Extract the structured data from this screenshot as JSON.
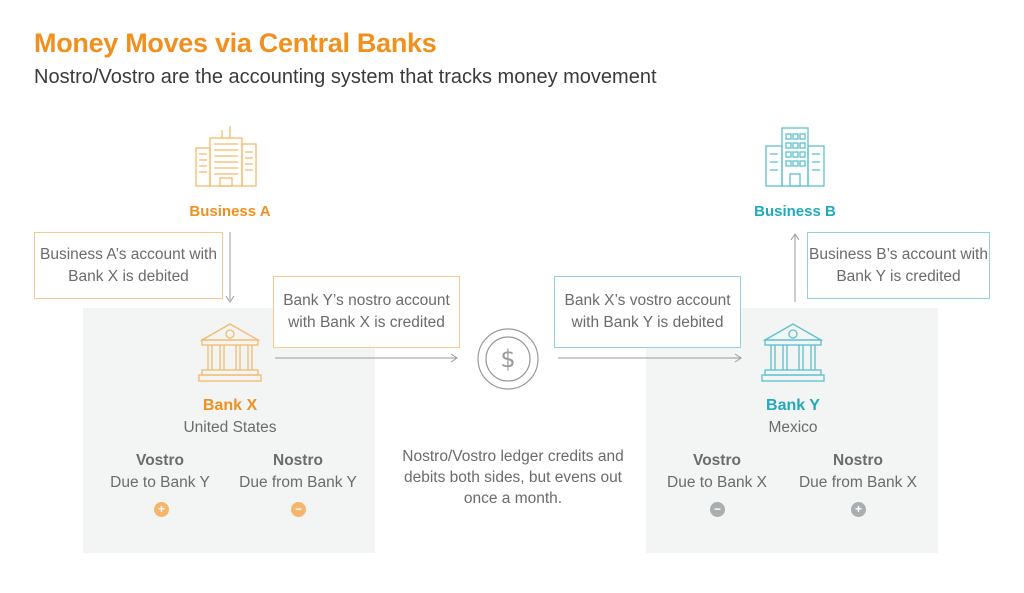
{
  "header": {
    "title": "Money Moves via Central Banks",
    "subtitle": "Nostro/Vostro are the accounting system that tracks money movement"
  },
  "business_a": {
    "label": "Business A",
    "icon": "office-building-icon",
    "color": "#f0901e",
    "note": "Business A’s account with Bank X is debited"
  },
  "business_b": {
    "label": "Business B",
    "icon": "office-building-icon",
    "color": "#21a9bd",
    "note": "Business B’s account with Bank Y is credited"
  },
  "transfer": {
    "left_note": "Bank Y’s nostro account with Bank X is credited",
    "right_note": "Bank X’s vostro account with Bank Y is debited",
    "center_icon": "dollar-coin-icon",
    "ledger_note": "Nostro/Vostro ledger credits and debits both sides, but evens out once a month."
  },
  "bank_x": {
    "name": "Bank X",
    "country": "United States",
    "icon": "bank-building-icon",
    "vostro_title": "Vostro",
    "vostro_desc": "Due to Bank Y",
    "vostro_sign": "+",
    "nostro_title": "Nostro",
    "nostro_desc": "Due from Bank Y",
    "nostro_sign": "−"
  },
  "bank_y": {
    "name": "Bank Y",
    "country": "Mexico",
    "icon": "bank-building-icon",
    "vostro_title": "Vostro",
    "vostro_desc": "Due to Bank X",
    "vostro_sign": "−",
    "nostro_title": "Nostro",
    "nostro_desc": "Due from Bank X",
    "nostro_sign": "+"
  },
  "colors": {
    "orange": "#f0901e",
    "teal": "#21a9bd",
    "panel": "#f3f4f4"
  }
}
